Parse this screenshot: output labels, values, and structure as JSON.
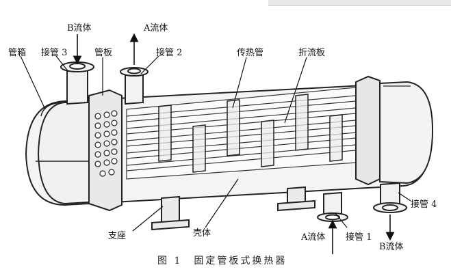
{
  "labels": {
    "fluid_b_top": "B流体",
    "fluid_a_top": "A流体",
    "tube_box": "管箱",
    "nozzle_3": "接管 3",
    "tube_sheet": "管板",
    "nozzle_2": "接管 2",
    "heat_tubes": "传热管",
    "baffle": "折流板",
    "nozzle_4": "接管 4",
    "support": "支座",
    "shell": "壳体",
    "fluid_a_bottom": "A流体",
    "nozzle_1": "接管 1",
    "fluid_b_bottom": "B流体"
  },
  "caption": "图 1　固定管板式换热器"
}
